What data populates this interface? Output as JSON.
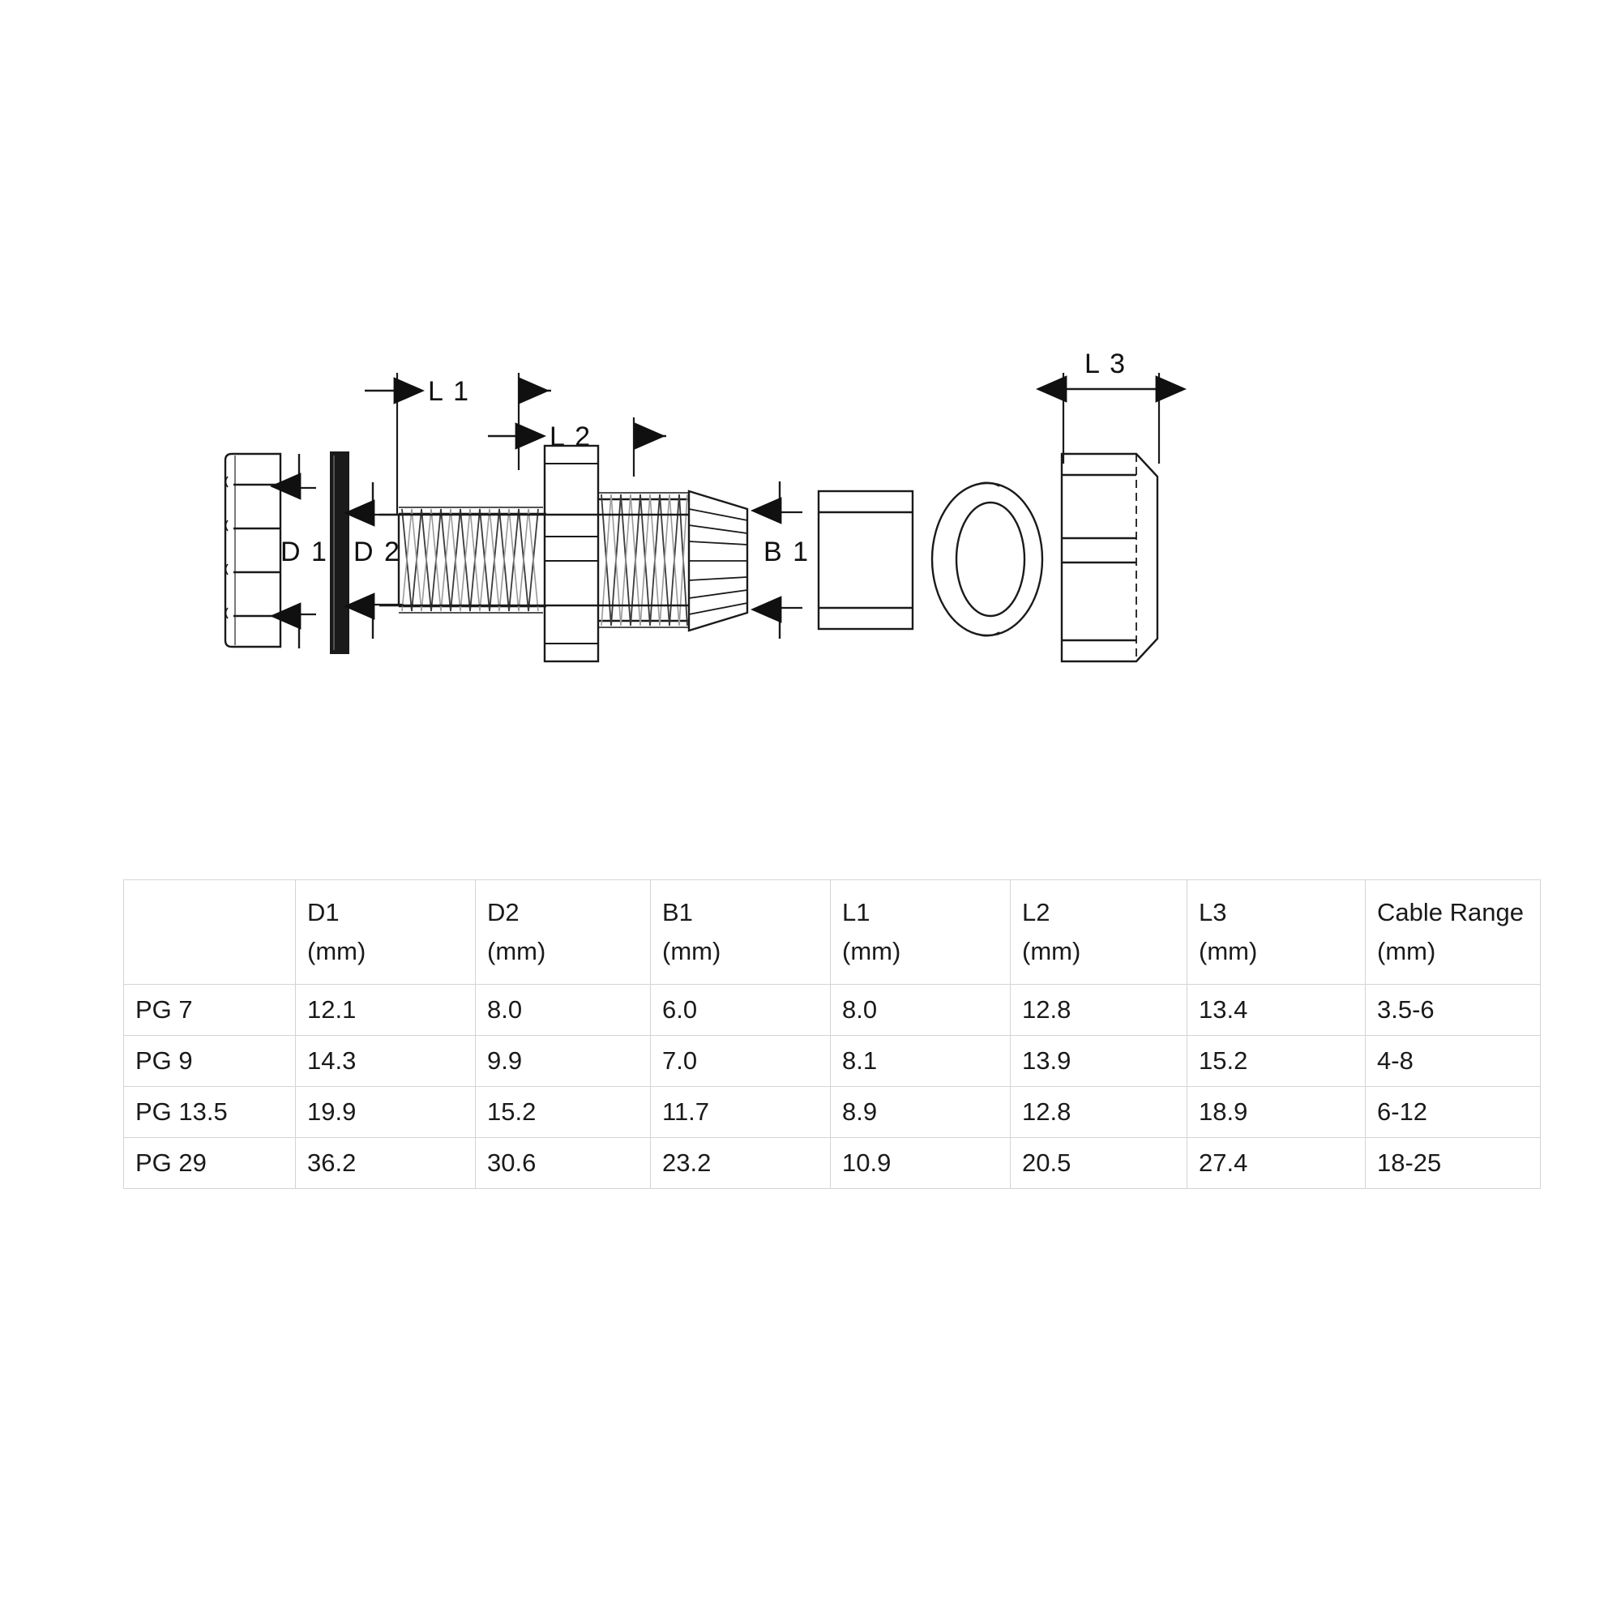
{
  "document": {
    "type": "technical-drawing-with-table",
    "title": "Cable Gland Dimension Drawing",
    "background_color": "#ffffff",
    "line_color": "#1a1a1a"
  },
  "drawing": {
    "view": "exploded assembly, side elevation",
    "dimension_labels": [
      {
        "id": "d1",
        "text": "D 1",
        "orientation": "vertical",
        "measures": "sealing nut outer diameter"
      },
      {
        "id": "d2",
        "text": "D 2",
        "orientation": "vertical",
        "measures": "threaded body outer diameter"
      },
      {
        "id": "b1",
        "text": "B 1",
        "orientation": "vertical",
        "measures": "lock nut / sleeve height"
      },
      {
        "id": "l1",
        "text": "L 1",
        "orientation": "horizontal",
        "measures": "thread length L1"
      },
      {
        "id": "l2",
        "text": "L 2",
        "orientation": "horizontal",
        "measures": "thread length L2"
      },
      {
        "id": "l3",
        "text": "L 3",
        "orientation": "horizontal",
        "measures": "hex nut width across flats"
      }
    ],
    "components": [
      {
        "id": "dome-nut",
        "name": "sealing dome nut",
        "kind": "profile-hex"
      },
      {
        "id": "gasket",
        "name": "flat gasket",
        "kind": "solid-bar",
        "fill": "#1a1a1a"
      },
      {
        "id": "threaded-body",
        "name": "threaded body with hex flange",
        "kind": "thread-profile"
      },
      {
        "id": "collet",
        "name": "tapered clamping claw",
        "kind": "taper"
      },
      {
        "id": "sleeve",
        "name": "cylindrical sleeve",
        "kind": "rectangle"
      },
      {
        "id": "o-ring",
        "name": "o-ring seal",
        "kind": "annulus"
      },
      {
        "id": "lock-nut",
        "name": "hex lock nut",
        "kind": "profile-hex"
      }
    ]
  },
  "table": {
    "columns": [
      {
        "key": "name",
        "label": "",
        "unit": ""
      },
      {
        "key": "d1",
        "label": "D1",
        "unit": "(mm)"
      },
      {
        "key": "d2",
        "label": "D2",
        "unit": "(mm)"
      },
      {
        "key": "b1",
        "label": "B1",
        "unit": "(mm)"
      },
      {
        "key": "l1",
        "label": "L1",
        "unit": "(mm)"
      },
      {
        "key": "l2",
        "label": "L2",
        "unit": "(mm)"
      },
      {
        "key": "l3",
        "label": "L3",
        "unit": "(mm)"
      },
      {
        "key": "range",
        "label": "Cable Range",
        "unit": "(mm)"
      }
    ],
    "rows": [
      {
        "name": "PG 7",
        "d1": "12.1",
        "d2": "8.0",
        "b1": "6.0",
        "l1": "8.0",
        "l2": "12.8",
        "l3": "13.4",
        "range": "3.5-6"
      },
      {
        "name": "PG 9",
        "d1": "14.3",
        "d2": "9.9",
        "b1": "7.0",
        "l1": "8.1",
        "l2": "13.9",
        "l3": "15.2",
        "range": "4-8"
      },
      {
        "name": "PG 13.5",
        "d1": "19.9",
        "d2": "15.2",
        "b1": "11.7",
        "l1": "8.9",
        "l2": "12.8",
        "l3": "18.9",
        "range": "6-12"
      },
      {
        "name": "PG 29",
        "d1": "36.2",
        "d2": "30.6",
        "b1": "23.2",
        "l1": "10.9",
        "l2": "20.5",
        "l3": "27.4",
        "range": "18-25"
      }
    ]
  },
  "chart_data": {
    "type": "table",
    "title": "Cable gland dimensions",
    "categories": [
      "PG 7",
      "PG 9",
      "PG 13.5",
      "PG 29"
    ],
    "series": [
      {
        "name": "D1 (mm)",
        "values": [
          12.1,
          14.3,
          19.9,
          36.2
        ]
      },
      {
        "name": "D2 (mm)",
        "values": [
          8.0,
          9.9,
          15.2,
          30.6
        ]
      },
      {
        "name": "B1 (mm)",
        "values": [
          6.0,
          7.0,
          11.7,
          23.2
        ]
      },
      {
        "name": "L1 (mm)",
        "values": [
          8.0,
          8.1,
          8.9,
          10.9
        ]
      },
      {
        "name": "L2 (mm)",
        "values": [
          12.8,
          13.9,
          12.8,
          20.5
        ]
      },
      {
        "name": "L3 (mm)",
        "values": [
          13.4,
          15.2,
          18.9,
          27.4
        ]
      },
      {
        "name": "Cable Range (mm)",
        "values": [
          "3.5-6",
          "4-8",
          "6-12",
          "18-25"
        ]
      }
    ],
    "xlabel": "",
    "ylabel": ""
  }
}
